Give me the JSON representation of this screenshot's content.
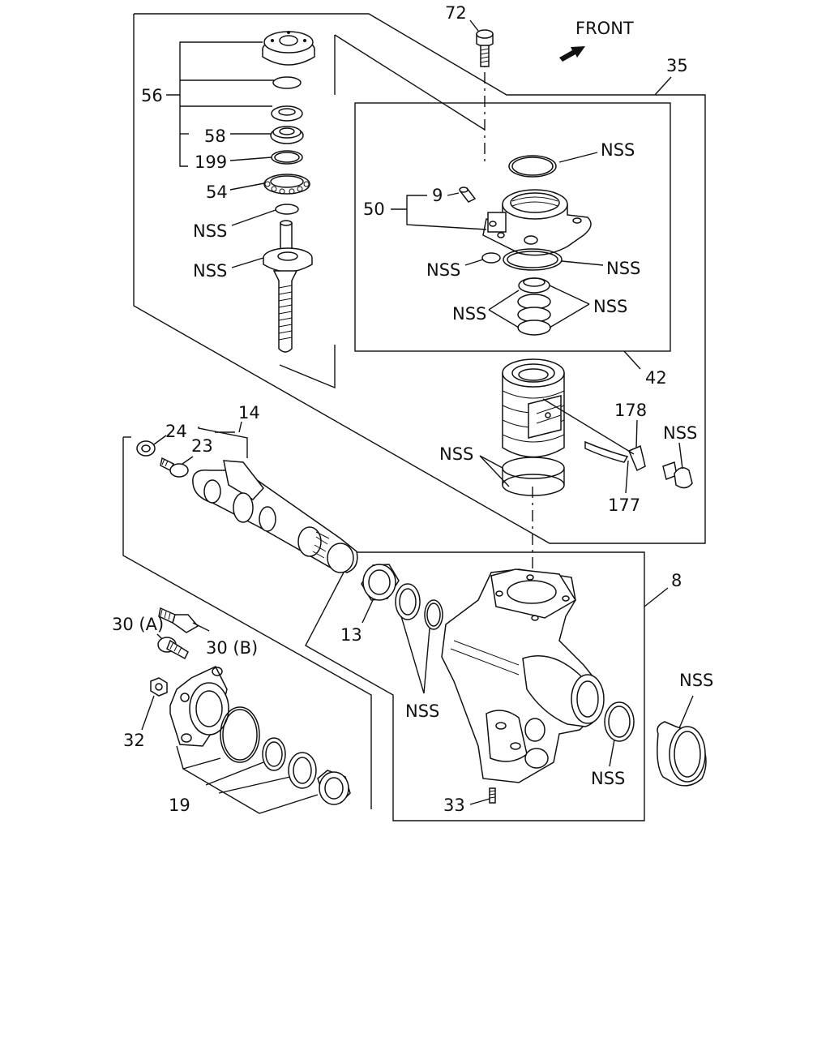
{
  "front_label": "FRONT",
  "labels": {
    "p72": "72",
    "p35": "35",
    "p56": "56",
    "p58": "58",
    "p199": "199",
    "p54": "54",
    "nss_shaft_ring": "NSS",
    "nss_shaft": "NSS",
    "nss_oring_top": "NSS",
    "p9": "9",
    "p50": "50",
    "nss_small_ring": "NSS",
    "nss_gasket": "NSS",
    "nss_seals_left": "NSS",
    "nss_seals_right": "NSS",
    "p42": "42",
    "p14": "14",
    "p24": "24",
    "p23": "23",
    "p178": "178",
    "nss_bolt": "NSS",
    "nss_piston": "NSS",
    "p177": "177",
    "p8": "8",
    "p13": "13",
    "nss_housing_rings": "NSS",
    "p30a": "30 (A)",
    "p30b": "30 (B)",
    "p32": "32",
    "p19": "19",
    "p33": "33",
    "nss_housing_seal": "NSS",
    "nss_cap": "NSS"
  }
}
